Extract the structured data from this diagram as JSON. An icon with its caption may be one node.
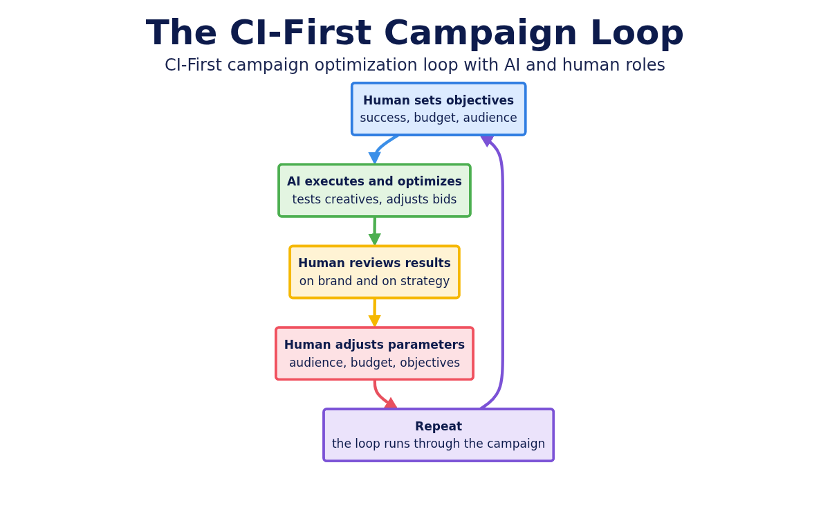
{
  "diagram": {
    "title": "The CI-First Campaign Loop",
    "caption": "CI-First campaign optimization loop with AI and human roles",
    "nodes": [
      {
        "text": [
          "Human sets objectives",
          "success, budget, audience"
        ]
      },
      {
        "text": [
          "AI executes and optimizes",
          "tests creatives, adjusts bids"
        ]
      },
      {
        "text": [
          "Human reviews results",
          "on brand and on strategy"
        ]
      },
      {
        "text": [
          "Human adjusts parameters",
          "audience, budget, objectives"
        ]
      },
      {
        "text": [
          "Repeat",
          "the loop runs through the campaign"
        ]
      }
    ],
    "edges": [
      {
        "from": 0,
        "to": 1,
        "arrow": "to",
        "color": "#3b8fe8"
      },
      {
        "from": 1,
        "to": 2,
        "arrow": "to",
        "color": "#4caf50"
      },
      {
        "from": 2,
        "to": 3,
        "arrow": "to",
        "color": "#f5b800"
      },
      {
        "from": 3,
        "to": 4,
        "arrow": "to",
        "color": "#e8505e"
      },
      {
        "from": 4,
        "to": 0,
        "arrow": "to",
        "color": "#7b52d6"
      }
    ]
  }
}
